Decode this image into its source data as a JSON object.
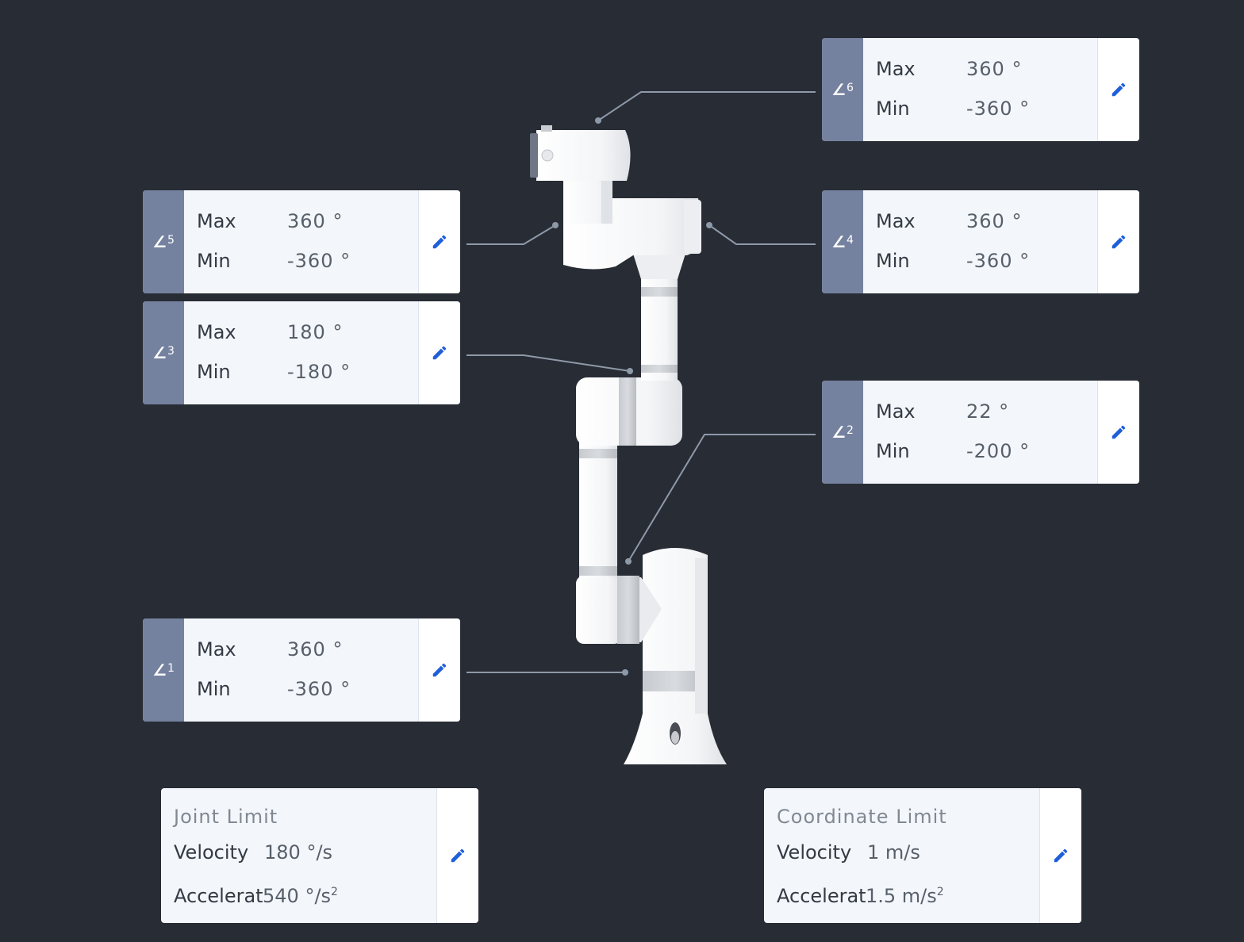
{
  "joints": [
    {
      "id": "j6",
      "angle_glyph": "∠",
      "number": "6",
      "max_label": "Max",
      "max_value": "360 °",
      "min_label": "Min",
      "min_value": "-360 °"
    },
    {
      "id": "j5",
      "angle_glyph": "∠",
      "number": "5",
      "max_label": "Max",
      "max_value": "360 °",
      "min_label": "Min",
      "min_value": "-360 °"
    },
    {
      "id": "j4",
      "angle_glyph": "∠",
      "number": "4",
      "max_label": "Max",
      "max_value": "360 °",
      "min_label": "Min",
      "min_value": "-360 °"
    },
    {
      "id": "j3",
      "angle_glyph": "∠",
      "number": "3",
      "max_label": "Max",
      "max_value": "180 °",
      "min_label": "Min",
      "min_value": "-180 °"
    },
    {
      "id": "j2",
      "angle_glyph": "∠",
      "number": "2",
      "max_label": "Max",
      "max_value": "22 °",
      "min_label": "Min",
      "min_value": "-200 °"
    },
    {
      "id": "j1",
      "angle_glyph": "∠",
      "number": "1",
      "max_label": "Max",
      "max_value": "360 °",
      "min_label": "Min",
      "min_value": "-360 °"
    }
  ],
  "joint_limit": {
    "title": "Joint Limit",
    "velocity_label": "Velocity",
    "velocity_value": "180 °/s",
    "acceleration_label": "Accelerati...",
    "acceleration_value": "540 °/s",
    "acceleration_exp": "2"
  },
  "coordinate_limit": {
    "title": "Coordinate Limit",
    "velocity_label": "Velocity",
    "velocity_value": "1 m/s",
    "acceleration_label": "Accelerati...",
    "acceleration_value": "1.5 m/s",
    "acceleration_exp": "2"
  },
  "icons": {
    "edit": "pencil-icon",
    "angle": "angle-icon"
  },
  "colors": {
    "background": "#282c35",
    "card": "#f3f7fb",
    "tab": "#75829f",
    "edit_icon": "#1f5fd9",
    "leader_line": "#8e99a8"
  }
}
